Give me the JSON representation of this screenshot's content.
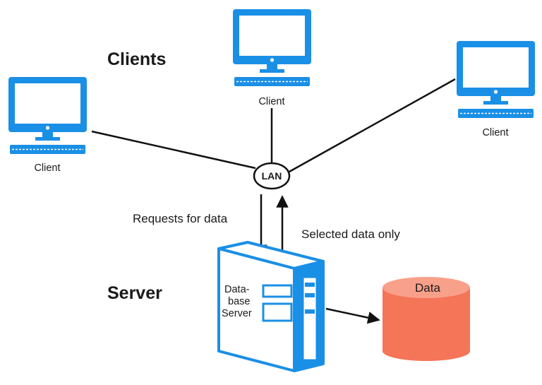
{
  "headings": {
    "clients": "Clients",
    "server": "Server"
  },
  "clients": [
    {
      "label": "Client"
    },
    {
      "label": "Client"
    },
    {
      "label": "Client"
    }
  ],
  "lan": {
    "label": "LAN"
  },
  "arrows": {
    "request_label": "Requests for data",
    "response_label": "Selected data only"
  },
  "server": {
    "label_lines": [
      "Data-",
      "base",
      "Server"
    ]
  },
  "database": {
    "label": "Data"
  },
  "colors": {
    "device_blue": "#1a8fe6",
    "screen_white": "#ffffff",
    "db_fill": "#f47558",
    "db_top": "#f9a08a",
    "line": "#111111"
  }
}
